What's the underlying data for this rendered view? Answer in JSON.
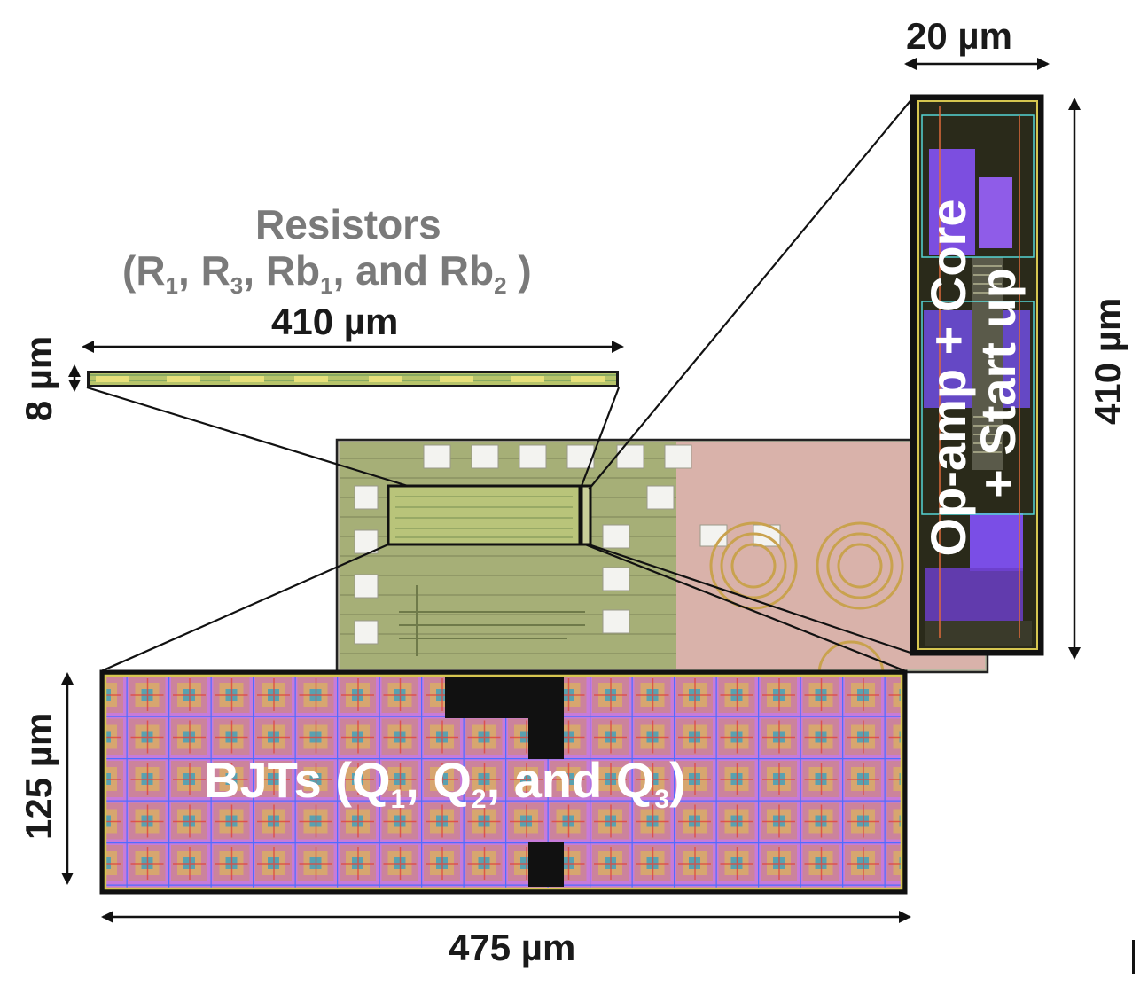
{
  "labels": {
    "resistors_title": "Resistors",
    "resistors_subtitle_pre": "(R",
    "r1_sub": "1",
    "sep1": ", R",
    "r3_sub": "3",
    "sep2": ", Rb",
    "rb1_sub": "1",
    "sep3": ", and Rb",
    "rb2_sub": "2",
    "close": " )",
    "bjts_pre": "BJTs (Q",
    "q1_sub": "1",
    "q_sep1": ", Q",
    "q2_sub": "2",
    "q_sep2": ", and Q",
    "q3_sub": "3",
    "q_close": ")",
    "opamp": "Op-amp + Core",
    "startup": "+ Start up"
  },
  "dimensions": {
    "opamp_width": "20 µm",
    "opamp_height": "410 µm",
    "resistor_width": "410 µm",
    "resistor_height": "8 µm",
    "bjt_height": "125 µm",
    "bjt_width": "475 µm"
  },
  "colors": {
    "layout_fill": "#b46ad6",
    "layout_grid": "#3d7bff",
    "die_green": "#9fae6a",
    "die_pink": "#d9b2aa",
    "label_white": "#ffffff",
    "label_gray": "#7a7a7a"
  }
}
